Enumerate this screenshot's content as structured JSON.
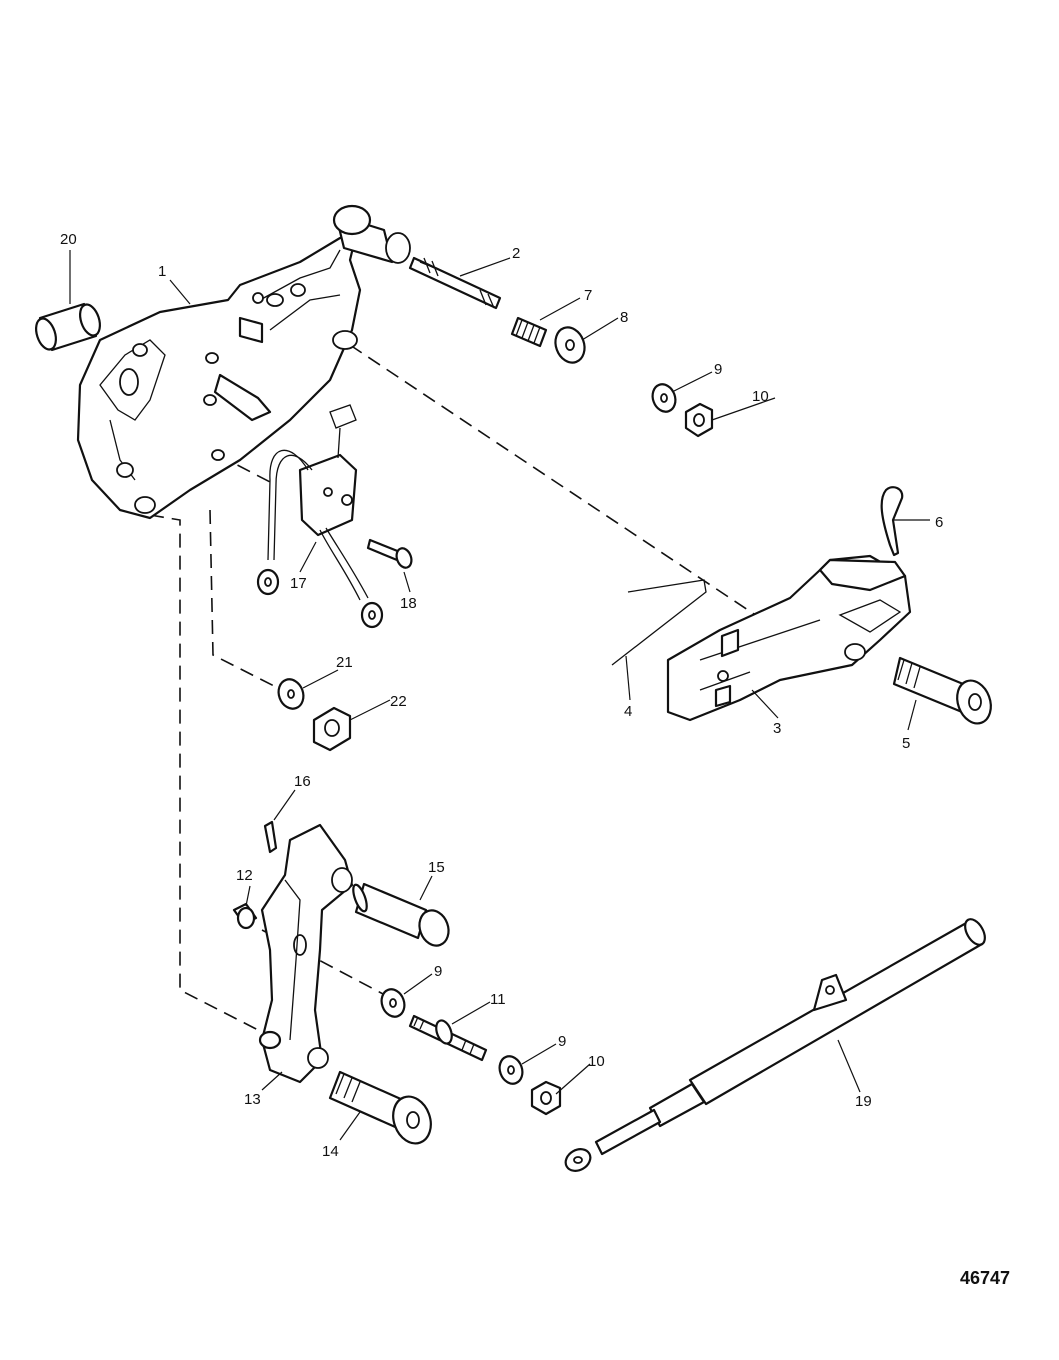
{
  "figure_number": "46747",
  "callouts": [
    {
      "id": "c1",
      "text": "1"
    },
    {
      "id": "c2",
      "text": "2"
    },
    {
      "id": "c3",
      "text": "3"
    },
    {
      "id": "c4",
      "text": "4"
    },
    {
      "id": "c5",
      "text": "5"
    },
    {
      "id": "c6",
      "text": "6"
    },
    {
      "id": "c7",
      "text": "7"
    },
    {
      "id": "c8",
      "text": "8"
    },
    {
      "id": "c9a",
      "text": "9"
    },
    {
      "id": "c10a",
      "text": "10"
    },
    {
      "id": "c9b",
      "text": "9"
    },
    {
      "id": "c11",
      "text": "11"
    },
    {
      "id": "c9c",
      "text": "9"
    },
    {
      "id": "c10b",
      "text": "10"
    },
    {
      "id": "c12",
      "text": "12"
    },
    {
      "id": "c13",
      "text": "13"
    },
    {
      "id": "c14",
      "text": "14"
    },
    {
      "id": "c15",
      "text": "15"
    },
    {
      "id": "c16",
      "text": "16"
    },
    {
      "id": "c17",
      "text": "17"
    },
    {
      "id": "c18",
      "text": "18"
    },
    {
      "id": "c19",
      "text": "19"
    },
    {
      "id": "c20",
      "text": "20"
    },
    {
      "id": "c21",
      "text": "21"
    },
    {
      "id": "c22",
      "text": "22"
    }
  ]
}
